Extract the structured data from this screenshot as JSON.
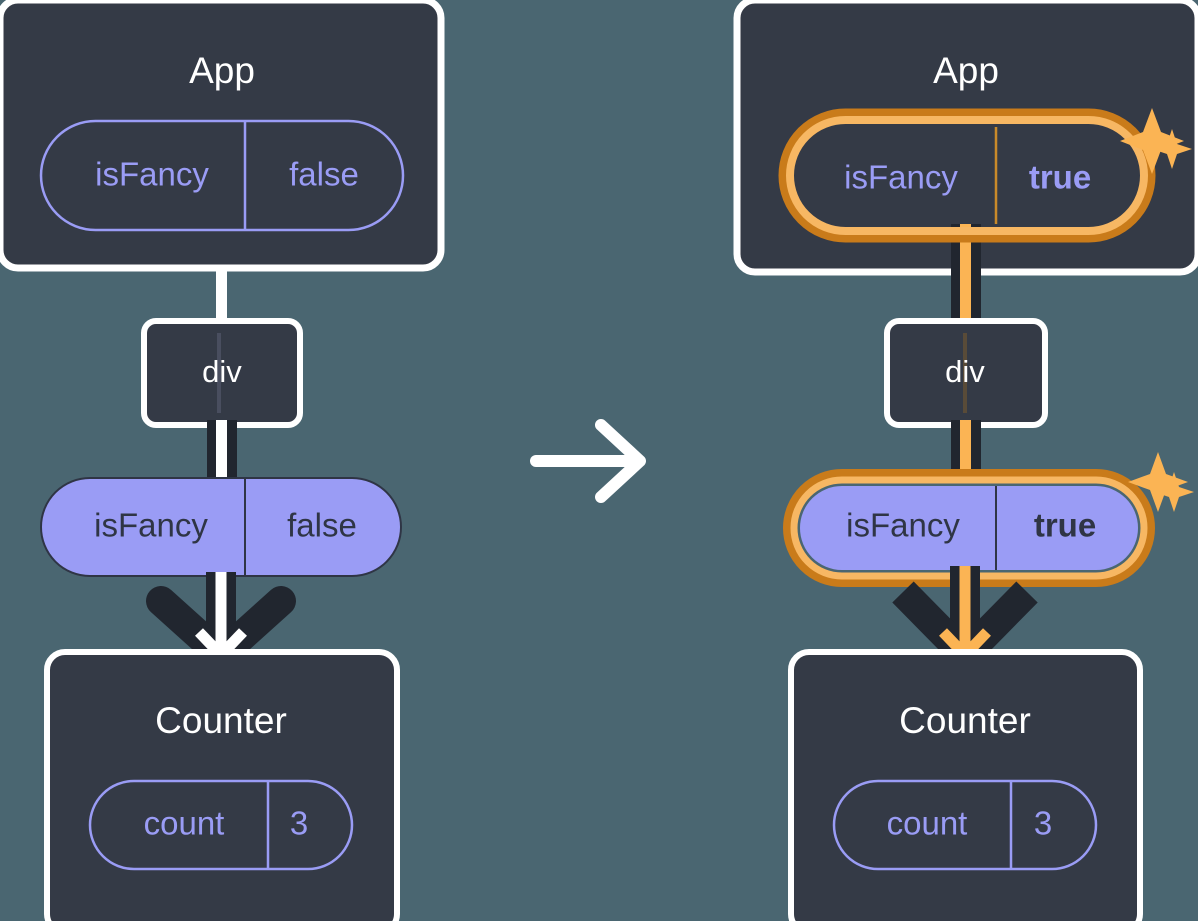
{
  "diagram": {
    "type": "react-state-propagation",
    "background_color": "#4a6671",
    "transition_arrow": "right-arrow",
    "panels": [
      {
        "id": "before",
        "app": {
          "title": "App",
          "state_pill": {
            "key": "isFancy",
            "value": "false",
            "style": "outline",
            "highlighted": false,
            "bold_value": false
          }
        },
        "div": {
          "label": "div"
        },
        "prop_pill": {
          "key": "isFancy",
          "value": "false",
          "style": "filled",
          "highlighted": false,
          "bold_value": false
        },
        "counter": {
          "title": "Counter",
          "state_pill": {
            "key": "count",
            "value": "3",
            "style": "outline",
            "highlighted": false,
            "bold_value": false
          }
        }
      },
      {
        "id": "after",
        "app": {
          "title": "App",
          "state_pill": {
            "key": "isFancy",
            "value": "true",
            "style": "outline",
            "highlighted": true,
            "bold_value": true
          }
        },
        "div": {
          "label": "div"
        },
        "prop_pill": {
          "key": "isFancy",
          "value": "true",
          "style": "filled",
          "highlighted": true,
          "bold_value": true
        },
        "counter": {
          "title": "Counter",
          "state_pill": {
            "key": "count",
            "value": "3",
            "style": "outline",
            "highlighted": false,
            "bold_value": false
          }
        }
      }
    ],
    "colors": {
      "background": "#4a6671",
      "card_fill": "#343a46",
      "card_stroke": "#ffffff",
      "pill_outline_stroke": "#9a9cf5",
      "pill_fill": "#9a9cf5",
      "pill_solid_text": "#2f3545",
      "highlight_outer": "#c97b1a",
      "highlight_inner": "#f7b763",
      "flow_dark": "#21262f",
      "flow_light": "#ffffff",
      "flow_accent": "#fbb454",
      "sparkle": "#fbb454"
    },
    "sparkles": [
      {
        "panel": "after",
        "near": "app-state-pill",
        "count": 2
      },
      {
        "panel": "after",
        "near": "prop-pill",
        "count": 2
      }
    ]
  }
}
